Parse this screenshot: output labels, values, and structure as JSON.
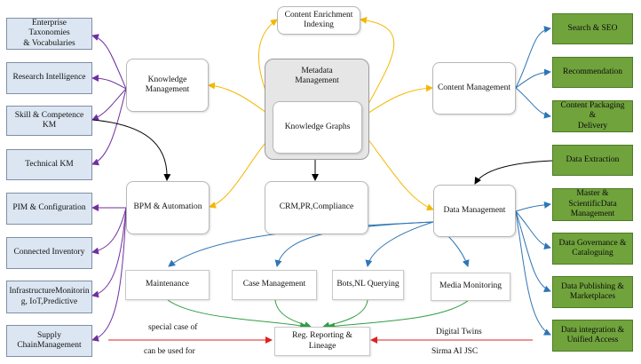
{
  "left_boxes": [
    {
      "id": "enterprise",
      "label": "Enterprise Taxonomies\n& Vocabularies"
    },
    {
      "id": "research",
      "label": "Research Intelligence"
    },
    {
      "id": "skill",
      "label": "Skill & Competence\nKM"
    },
    {
      "id": "technical",
      "label": "Technical KM"
    },
    {
      "id": "pim",
      "label": "PIM & Configuration"
    },
    {
      "id": "connected",
      "label": "Connected Inventory"
    },
    {
      "id": "infra",
      "label": "InfrastructureMonitorin\ng, IoT,Predictive"
    },
    {
      "id": "supply",
      "label": "Supply\nChainManagement"
    }
  ],
  "right_boxes": [
    {
      "id": "search",
      "label": "Search & SEO"
    },
    {
      "id": "recommendation",
      "label": "Recommendation"
    },
    {
      "id": "packaging",
      "label": "Content Packaging &\nDelivery"
    },
    {
      "id": "extraction",
      "label": "Data Extraction"
    },
    {
      "id": "master",
      "label": "Master &\nScientificData\nManagement"
    },
    {
      "id": "governance",
      "label": "Data Governance &\nCataloguing"
    },
    {
      "id": "publishing",
      "label": "Data Publishing &\nMarketplaces"
    },
    {
      "id": "integration",
      "label": "Data integration &\nUnified Access"
    }
  ],
  "center": {
    "enrichment": "Content Enrichment\nIndexing",
    "metadata": "Metadata\nManagement",
    "graphs": "Knowledge Graphs",
    "km": "Knowledge\nManagement",
    "content_mgmt": "Content Management",
    "bpm": "BPM & Automation",
    "crm": "CRM,PR,Compliance",
    "data_mgmt": "Data Management",
    "maintenance": "Maintenance",
    "case": "Case Management",
    "bots": "Bots,NL Querying",
    "media": "Media Monitoring",
    "reg": "Reg. Reporting &\nLineage"
  },
  "annotations": {
    "special": "special case of",
    "used_for": "can be used for",
    "twins": "Digital Twins",
    "sirma": "Sirma AI JSC"
  },
  "colors": {
    "purple": "#7030a0",
    "orange": "#f5b700",
    "blue": "#2e75b6",
    "green": "#2f9e44",
    "red": "#e02020",
    "black": "#000000"
  }
}
